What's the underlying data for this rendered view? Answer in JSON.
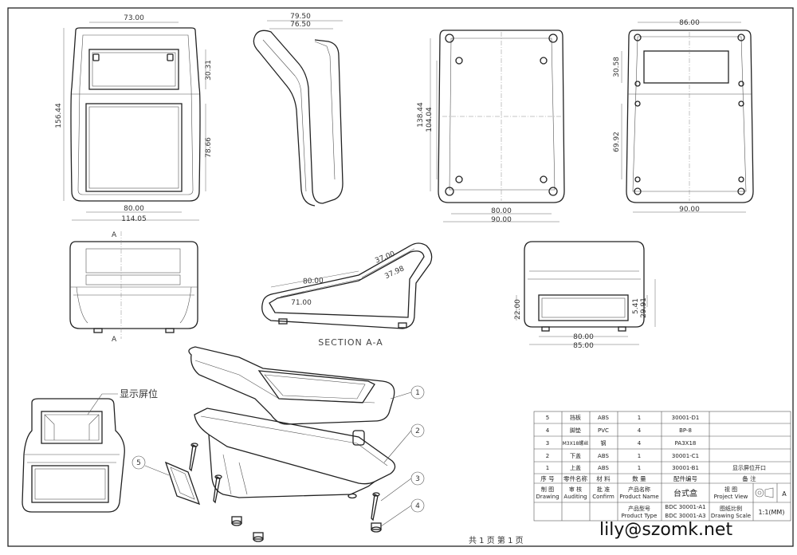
{
  "dims": {
    "front_w_top": "73.00",
    "front_h_total": "156.44",
    "front_h_top": "30.31",
    "front_h_win": "78.66",
    "front_w_bot": "80.00",
    "front_w_total": "114.05",
    "side_top1": "79.50",
    "side_top2": "76.50",
    "inner_h1": "138.44",
    "inner_h2": "104.04",
    "inner_w1": "80.00",
    "inner_w2": "90.00",
    "back_top": "86.00",
    "back_h1": "30.58",
    "back_h2": "69.92",
    "back_w": "90.00",
    "sec_w1": "80.00",
    "sec_w2": "71.00",
    "sec_w3": "37.00",
    "sec_w4": "37.98",
    "end_h1": "22.00",
    "end_h2": "5.41",
    "end_h3": "29.91",
    "end_w1": "80.00",
    "end_w2": "85.00"
  },
  "labels": {
    "section_marker_top": "A",
    "section_marker_bottom": "A",
    "section_title": "SECTION A-A",
    "display_position": "显示屏位",
    "balloons": [
      "1",
      "2",
      "3",
      "4",
      "5"
    ]
  },
  "bom": {
    "rows": [
      {
        "no": "5",
        "name": "挡板",
        "mat": "ABS",
        "qty": "1",
        "code": "30001-D1",
        "note": ""
      },
      {
        "no": "4",
        "name": "脚垫",
        "mat": "PVC",
        "qty": "4",
        "code": "BP-8",
        "note": ""
      },
      {
        "no": "3",
        "name": "M3X18螺丝",
        "mat": "钢",
        "qty": "4",
        "code": "PA3X18",
        "note": ""
      },
      {
        "no": "2",
        "name": "下盖",
        "mat": "ABS",
        "qty": "1",
        "code": "30001-C1",
        "note": ""
      },
      {
        "no": "1",
        "name": "上盖",
        "mat": "ABS",
        "qty": "1",
        "code": "30001-B1",
        "note": "显示屏位开口"
      }
    ],
    "header": {
      "no": "序 号",
      "name": "零件名称",
      "mat": "材 料",
      "qty": "数 量",
      "code": "配件编号",
      "note": "备 注"
    }
  },
  "title_block": {
    "drawing_cn": "制 图",
    "drawing_en": "Drawing",
    "auditing_cn": "审 核",
    "auditing_en": "Auditing",
    "confirm_cn": "批 准",
    "confirm_en": "Confirm",
    "pname_cn": "产品名称",
    "pname_en": "Product Name",
    "product_name": "台式盒",
    "view_cn": "视 图",
    "view_en": "Project View",
    "ptype_cn": "产品型号",
    "ptype_en": "Product Type",
    "product_type_1": "BDC 30001-A1",
    "product_type_2": "BDC 30001-A3",
    "scale_cn": "图纸比例",
    "scale_en": "Drawing Scale",
    "scale": "1:1(MM)",
    "sheet_size": "A"
  },
  "footer": {
    "pages": "共 1 页   第 1 页",
    "watermark": "lily@szomk.net"
  }
}
